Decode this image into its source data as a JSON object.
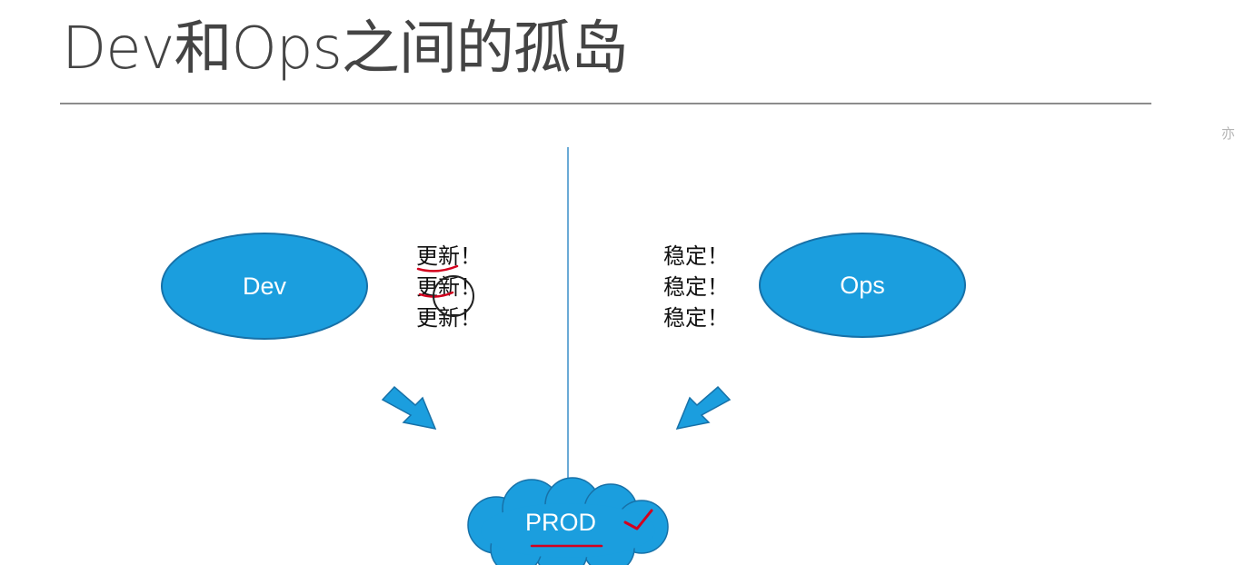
{
  "slide": {
    "title": "Dev和Ops之间的孤岛",
    "side_char": "亦"
  },
  "diagram": {
    "dev": {
      "label": "Dev",
      "shouts": [
        "更新！",
        "更新！",
        "更新！"
      ]
    },
    "ops": {
      "label": "Ops",
      "shouts": [
        "稳定！",
        "稳定！",
        "稳定！"
      ]
    },
    "prod": {
      "label": "PROD"
    }
  },
  "colors": {
    "shape_fill": "#1b9ede",
    "shape_border": "#1771a8",
    "divider": "#6aaad6",
    "ink_annotation": "#d3001e",
    "title_text": "#444444"
  }
}
